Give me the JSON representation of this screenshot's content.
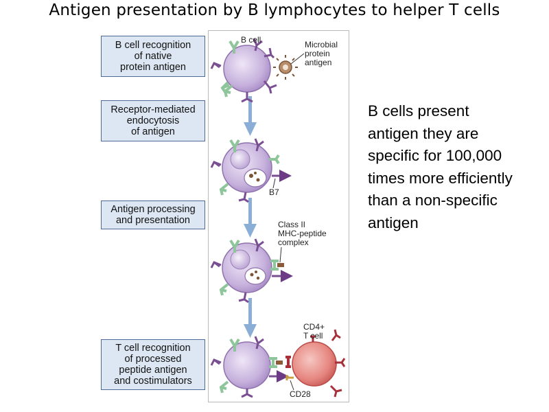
{
  "title": "Antigen presentation by B lymphocytes to helper T cells",
  "steps": [
    "B cell recognition\nof native\nprotein antigen",
    "Receptor-mediated\nendocytosis\nof antigen",
    "Antigen processing\nand presentation",
    "T cell recognition\nof processed\npeptide antigen\nand costimulators"
  ],
  "labels": {
    "b_cell": "B cell",
    "microbial_1": "Microbial",
    "microbial_2": "protein",
    "microbial_3": "antigen",
    "b7": "B7",
    "class2_1": "Class II",
    "class2_2": "MHC-peptide",
    "class2_3": "complex",
    "cd4_1": "CD4+",
    "cd4_2": "T cell",
    "cd28": "CD28"
  },
  "side_text": "B cells present\nantigen they are\nspecific for 100,000\ntimes more efficiently\nthan a non-specific\nantigen",
  "colors": {
    "step_fill": "#dde7f3",
    "step_border": "#4c6a93",
    "bcell": "#c9b6dc",
    "tcell": "#e37f7f",
    "arrow": "#8aaed6",
    "receptor_green": "#8fc59a",
    "receptor_purple": "#7a4e93"
  }
}
